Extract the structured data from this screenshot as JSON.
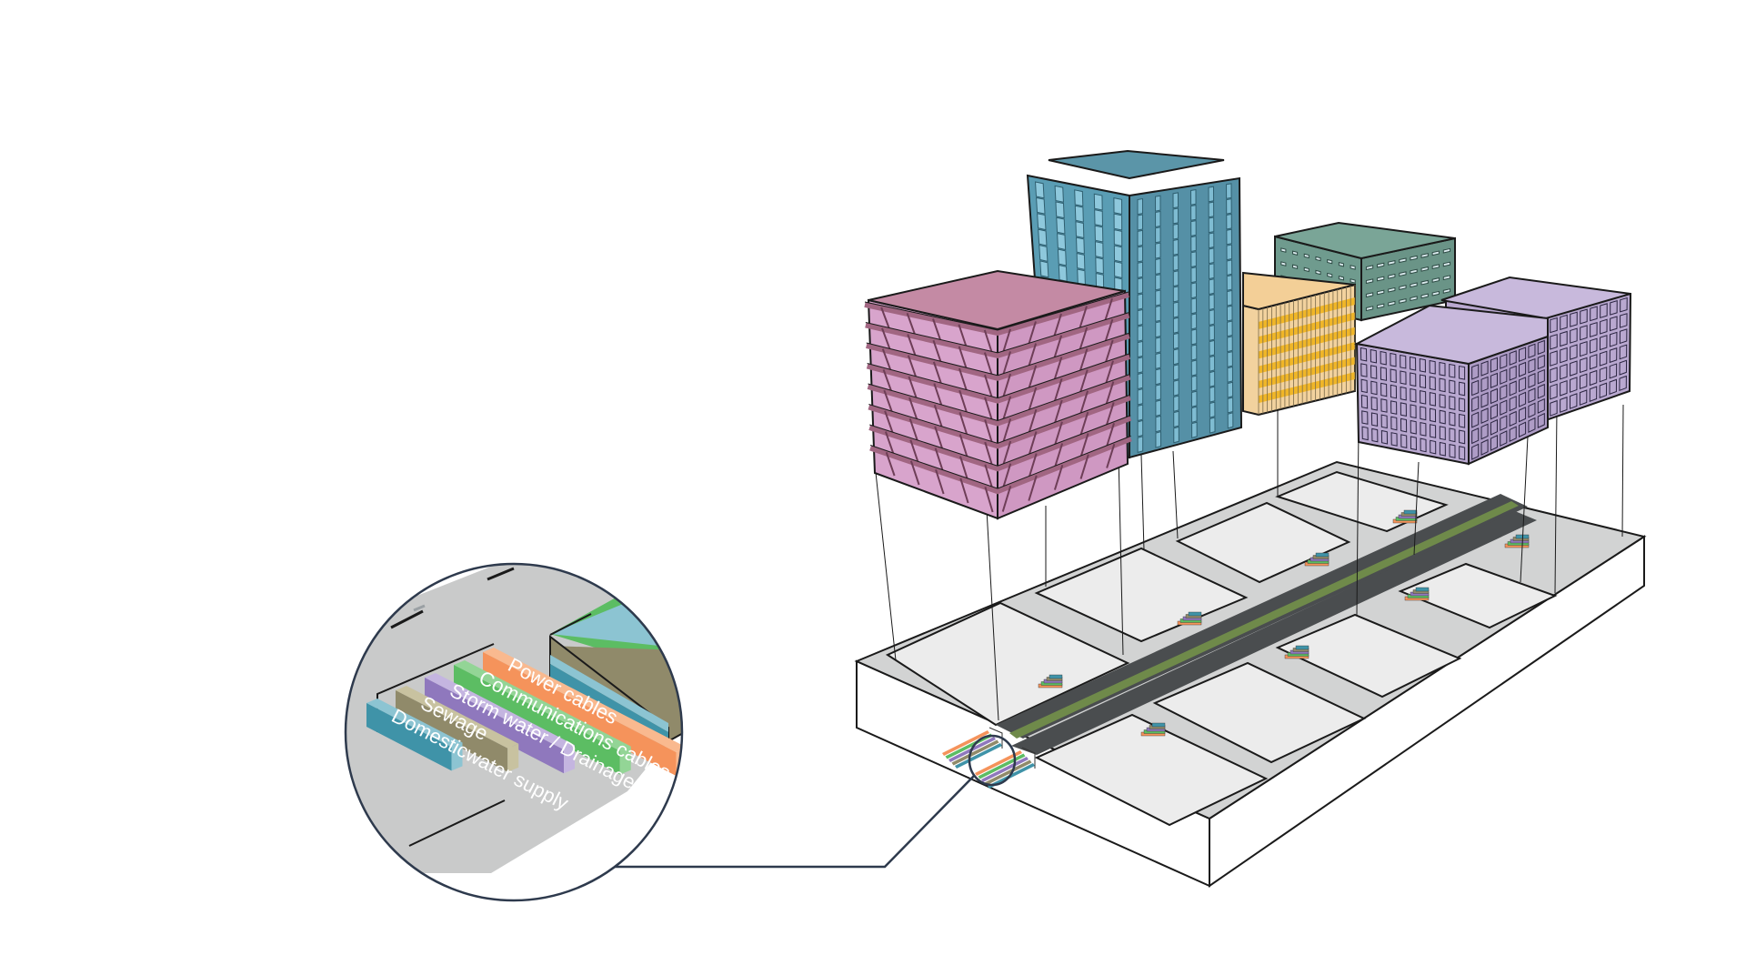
{
  "diagram": {
    "subject": "Underground utility corridor beneath a street serving mixed-use urban blocks",
    "colors": {
      "background": "#ffffff",
      "outline": "#1a1a1a",
      "leader": "#2e3a4d",
      "plate_top": "#d2d3d3",
      "plate_side": "#ffffff",
      "lot_floor": "#ececec",
      "road": "#4a4d4f",
      "median": "#6f8a4a"
    },
    "buildings": [
      {
        "name": "pink-diagrid-block",
        "color": "#d8a4cc",
        "roof": "#c48aa4",
        "trim": "#a16682"
      },
      {
        "name": "blue-glass-tower",
        "color": "#5a9db4",
        "roof": "#5b95a8",
        "glass": "#8ec8dc"
      },
      {
        "name": "yellow-fin-block",
        "color": "#f2d29e",
        "roof": "#f3cf97",
        "accent": "#f0b628"
      },
      {
        "name": "green-office-block",
        "color": "#6f9b8e",
        "roof": "#7aa597",
        "glass": "#dcecef"
      },
      {
        "name": "purple-front-block",
        "color": "#b9a8d0",
        "roof": "#c8b9dc"
      },
      {
        "name": "purple-rear-block",
        "color": "#b9a8d0",
        "roof": "#c8b9dc"
      }
    ],
    "utilities": {
      "callout_title": "Utility lines",
      "lines": [
        {
          "label": "Power cables",
          "color": "#f5935b",
          "highlight": "#f9b98f"
        },
        {
          "label": "Communications cables",
          "color": "#5cbd63",
          "highlight": "#93d596"
        },
        {
          "label": "Storm water / Drainage",
          "color": "#8f78bd",
          "highlight": "#c4b5e0"
        },
        {
          "label": "Sewage",
          "color": "#908a6a",
          "highlight": "#c8c2a0"
        },
        {
          "label": "Domesticwater supply",
          "color": "#3f93a8",
          "highlight": "#8cc4d2"
        }
      ]
    }
  }
}
